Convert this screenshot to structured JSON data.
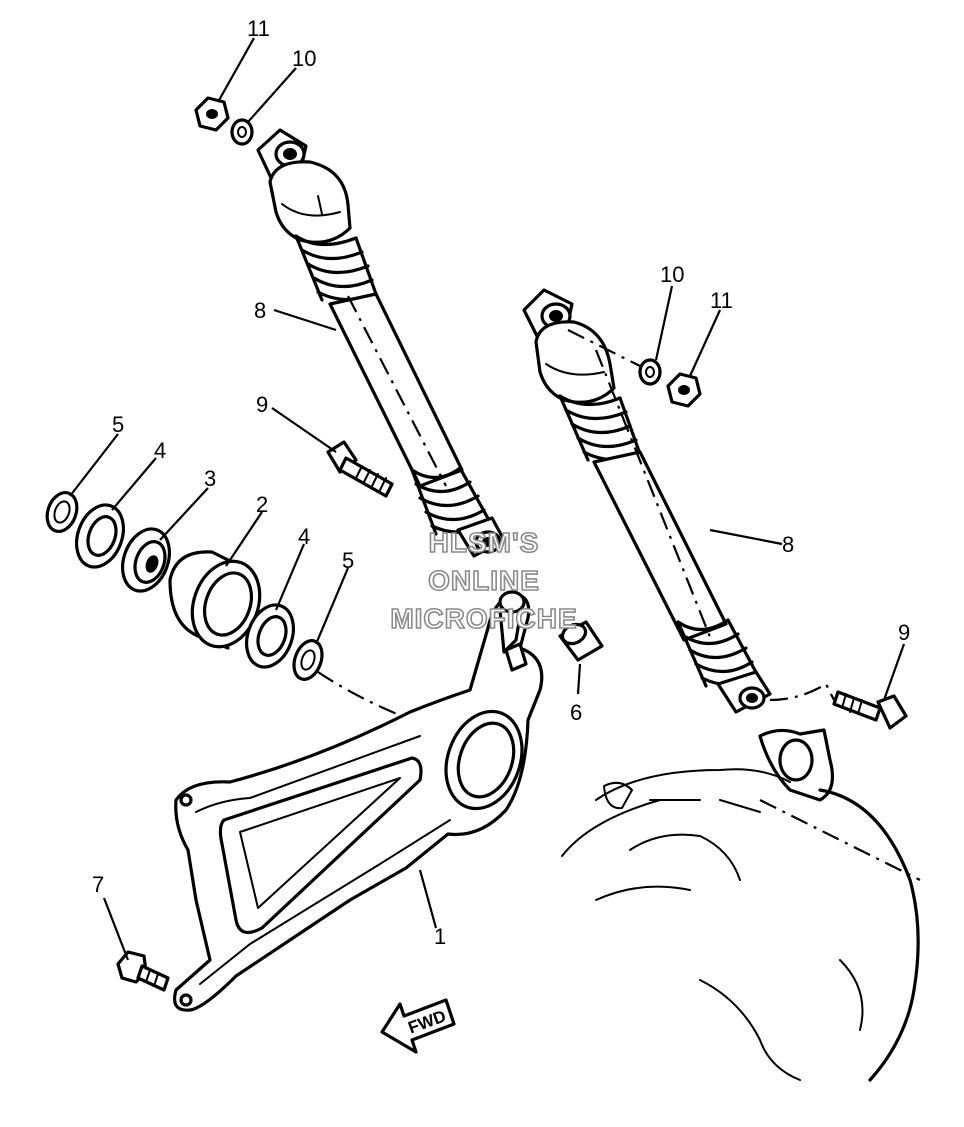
{
  "callouts": [
    {
      "id": "c11a",
      "text": "11"
    },
    {
      "id": "c10a",
      "text": "10"
    },
    {
      "id": "c8a",
      "text": "8"
    },
    {
      "id": "c9a",
      "text": "9"
    },
    {
      "id": "c5a",
      "text": "5"
    },
    {
      "id": "c4a",
      "text": "4"
    },
    {
      "id": "c3",
      "text": "3"
    },
    {
      "id": "c2",
      "text": "2"
    },
    {
      "id": "c4b",
      "text": "4"
    },
    {
      "id": "c5b",
      "text": "5"
    },
    {
      "id": "c6",
      "text": "6"
    },
    {
      "id": "c10b",
      "text": "10"
    },
    {
      "id": "c11b",
      "text": "11"
    },
    {
      "id": "c8b",
      "text": "8"
    },
    {
      "id": "c9b",
      "text": "9"
    },
    {
      "id": "c7",
      "text": "7"
    },
    {
      "id": "c1",
      "text": "1"
    }
  ],
  "fwd_label": "FWD",
  "watermark": [
    "HLSM'S",
    "ONLINE",
    "MICROFICHE"
  ]
}
